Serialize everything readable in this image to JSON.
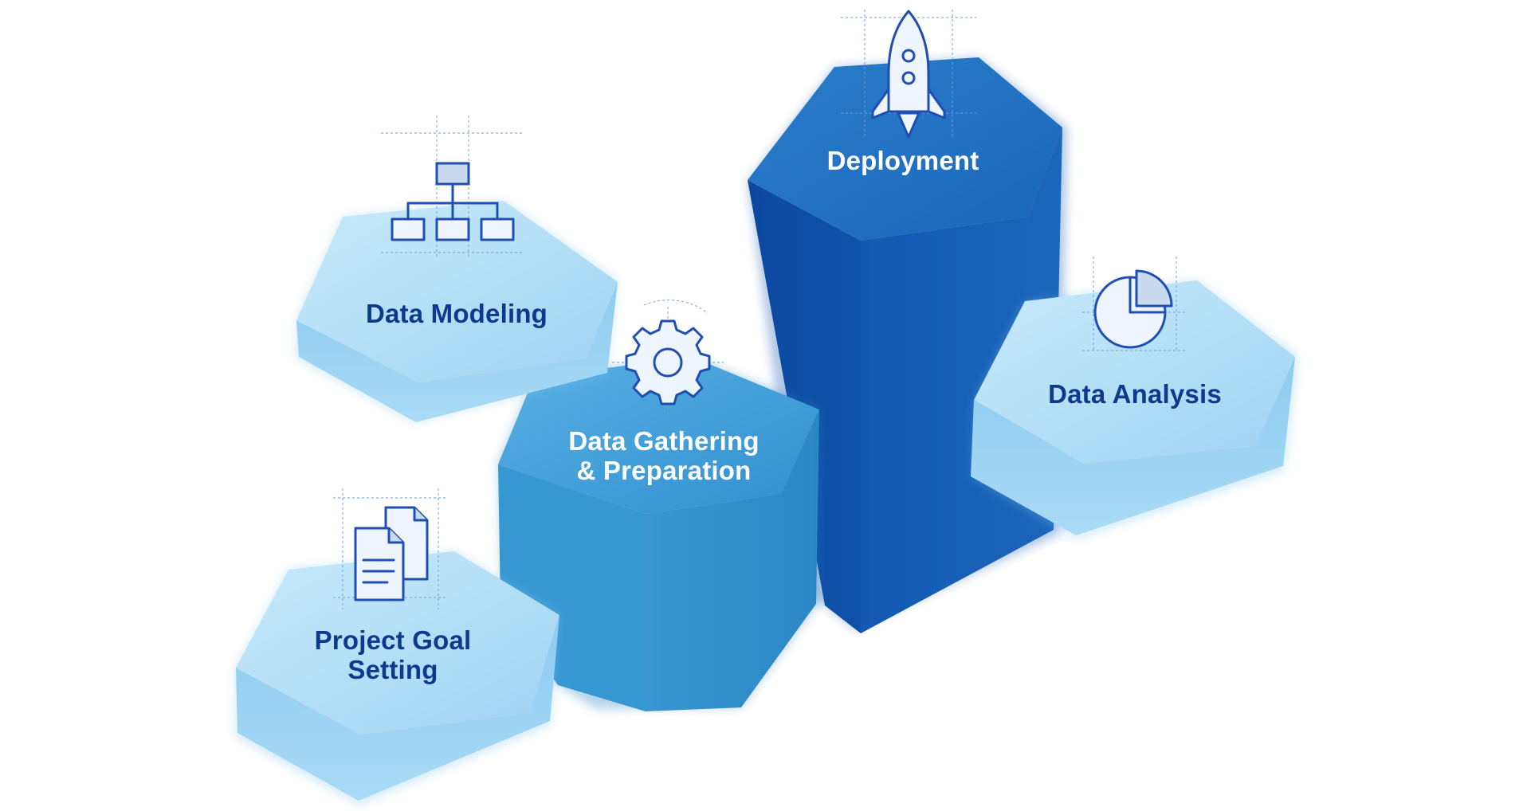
{
  "diagram": {
    "steps": [
      {
        "id": "project-goal-setting",
        "label_line1": "Project Goal",
        "label_line2": "Setting",
        "icon": "document-icon"
      },
      {
        "id": "data-gathering-preparation",
        "label_line1": "Data Gathering",
        "label_line2": "& Preparation",
        "icon": "gear-icon"
      },
      {
        "id": "data-modeling",
        "label_line1": "Data Modeling",
        "label_line2": "",
        "icon": "hierarchy-icon"
      },
      {
        "id": "deployment",
        "label_line1": "Deployment",
        "label_line2": "",
        "icon": "rocket-icon"
      },
      {
        "id": "data-analysis",
        "label_line1": "Data Analysis",
        "label_line2": "",
        "icon": "pie-chart-icon"
      }
    ],
    "colors": {
      "light_top": "#b6e0f6",
      "light_side": "#7ec3ec",
      "mid_top": "#3d9bd6",
      "mid_side": "#2a83c3",
      "dark_top": "#1e6ec0",
      "dark_side": "#0f4ea6",
      "label_dark": "#0d3a8c",
      "label_light": "#ffffff",
      "icon_stroke": "#1f4fb0"
    }
  }
}
